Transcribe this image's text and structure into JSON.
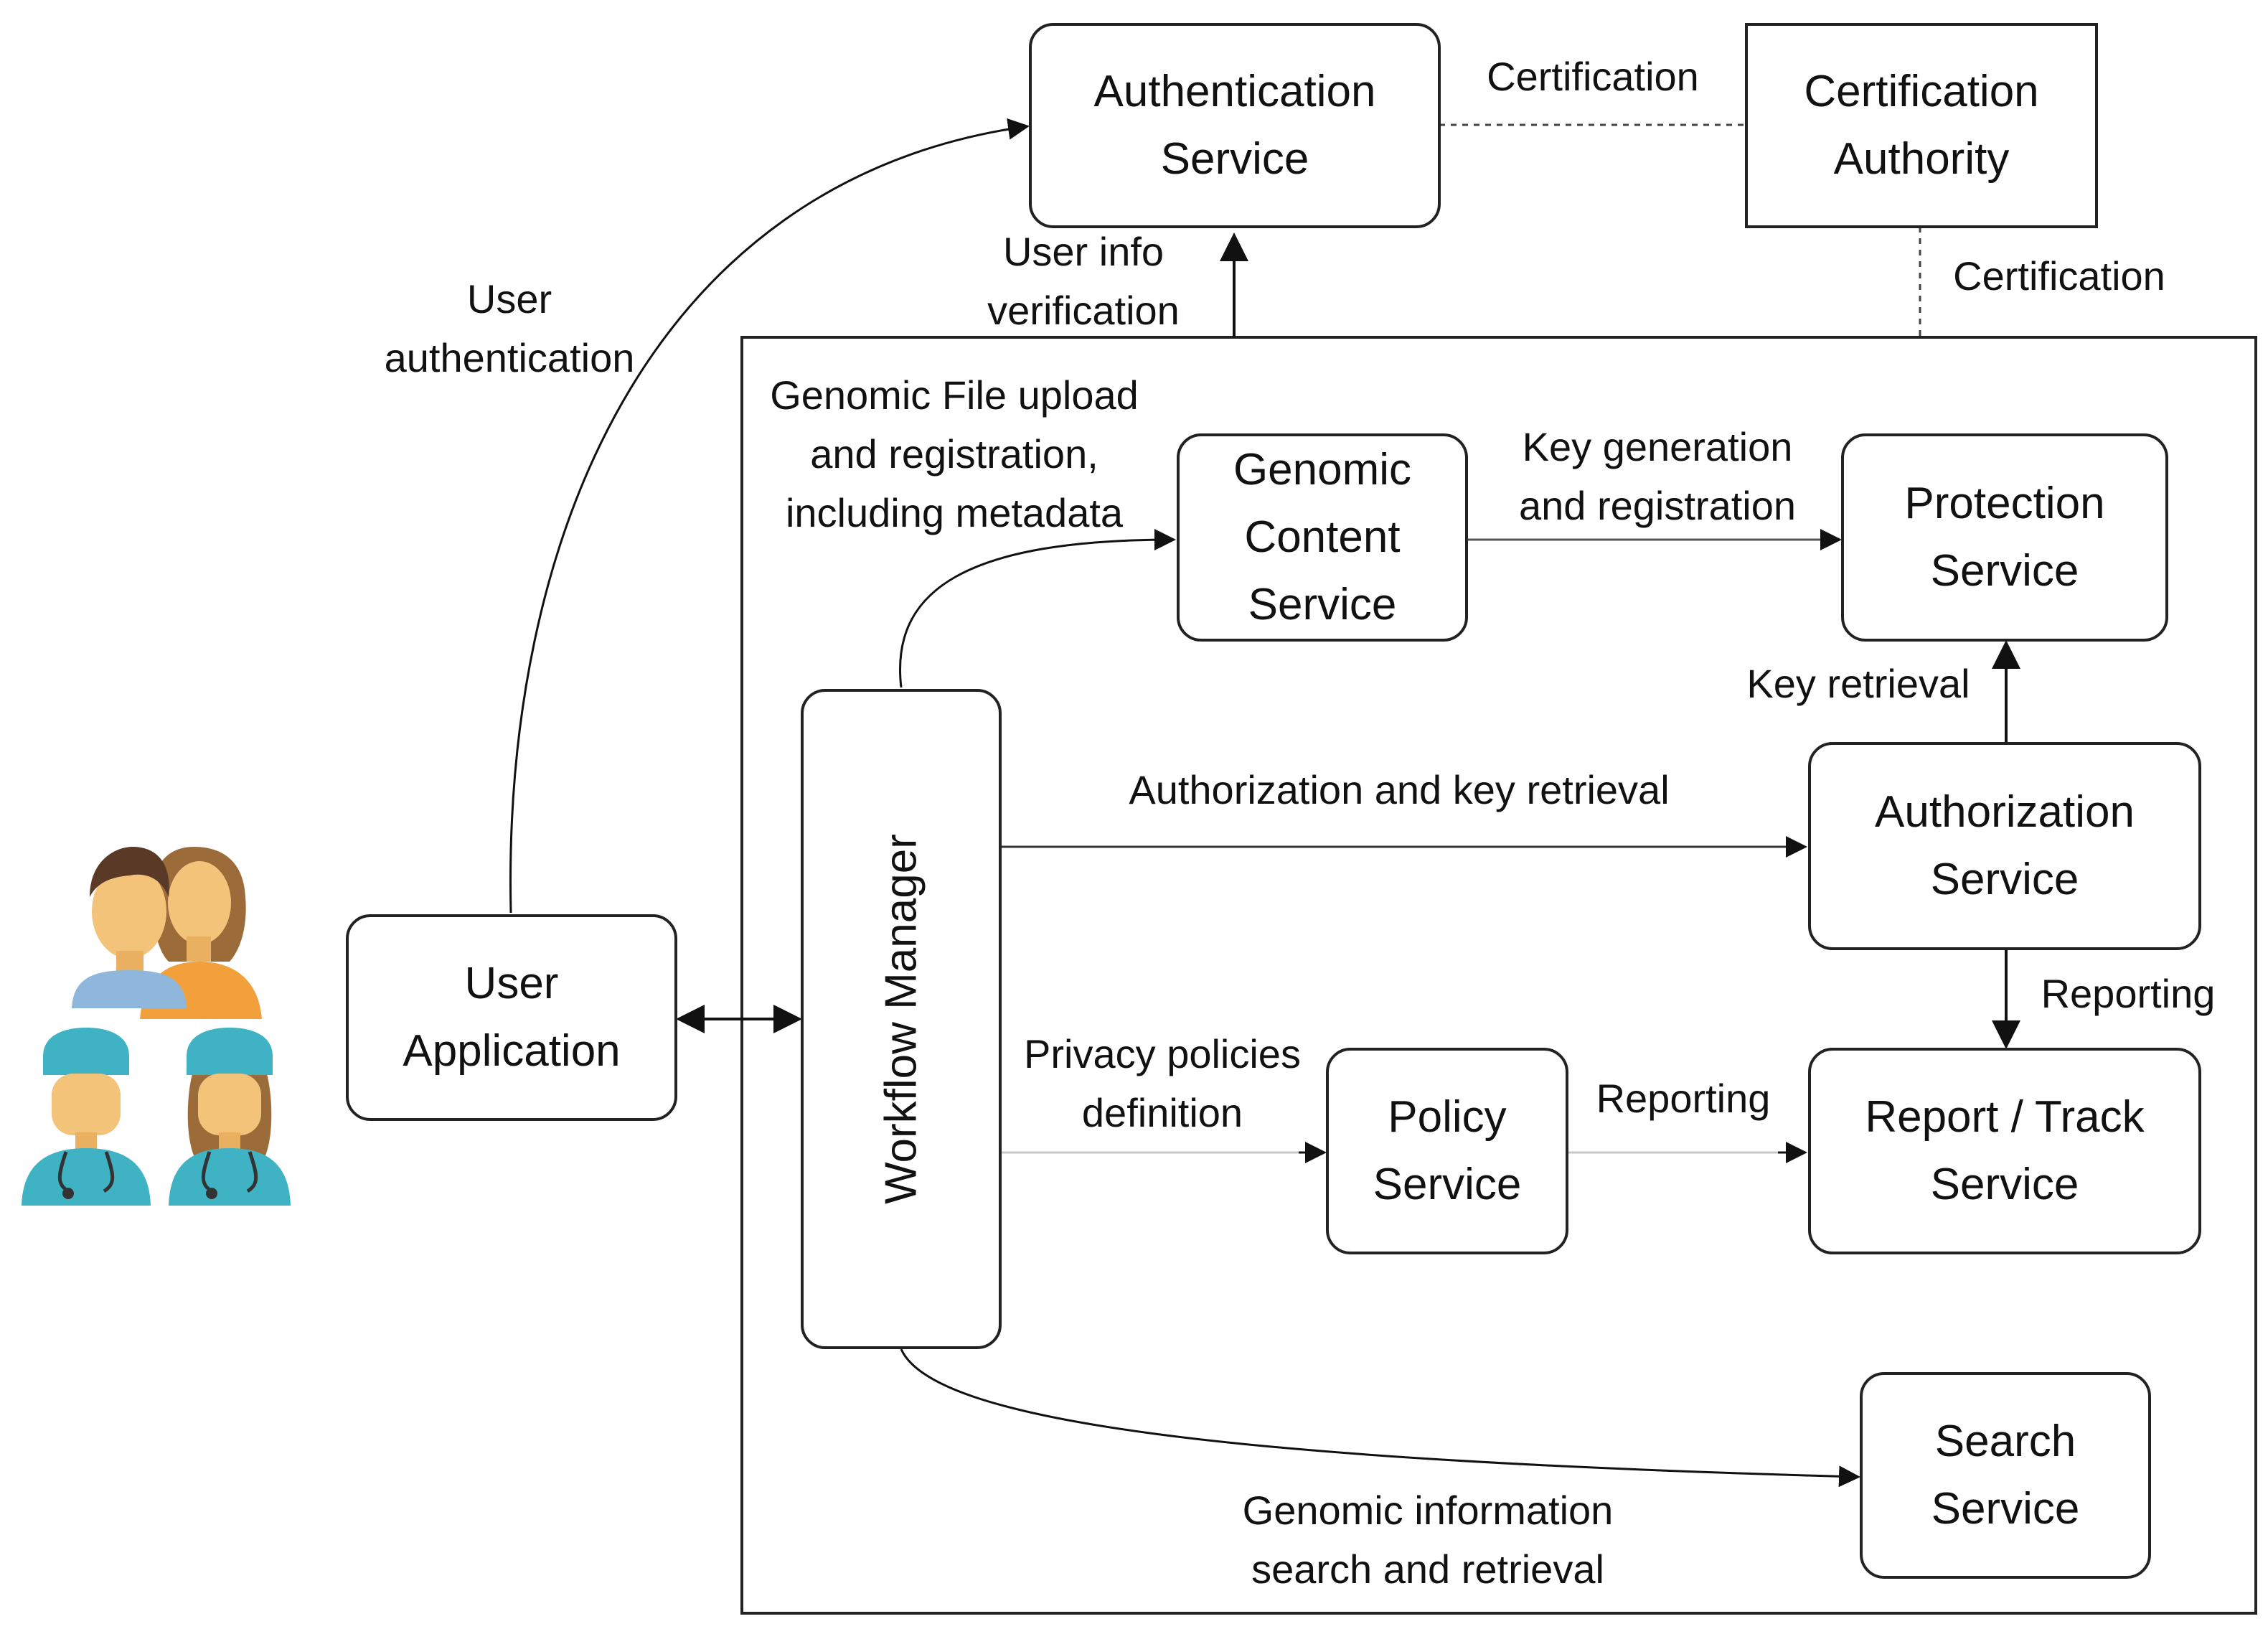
{
  "nodes": {
    "authentication_service": [
      "Authentication",
      "Service"
    ],
    "certification_authority": [
      "Certification",
      "Authority"
    ],
    "genomic_content_service": [
      "Genomic",
      "Content",
      "Service"
    ],
    "protection_service": [
      "Protection",
      "Service"
    ],
    "authorization_service": [
      "Authorization",
      "Service"
    ],
    "policy_service": [
      "Policy",
      "Service"
    ],
    "report_track_service": [
      "Report / Track",
      "Service"
    ],
    "search_service": [
      "Search",
      "Service"
    ],
    "user_application": [
      "User",
      "Application"
    ],
    "workflow_manager": "Workflow Manager"
  },
  "edges": {
    "certification_top": "Certification",
    "certification_right": "Certification",
    "user_info_verification": [
      "User info",
      "verification"
    ],
    "user_authentication": [
      "User",
      "authentication"
    ],
    "genomic_file_upload": [
      "Genomic File upload",
      "and registration,",
      "including metadata"
    ],
    "key_generation": [
      "Key generation",
      "and registration"
    ],
    "key_retrieval": "Key retrieval",
    "authorization_key_retrieval": "Authorization and key retrieval",
    "reporting_vertical": "Reporting",
    "privacy_policies": [
      "Privacy policies",
      "definition"
    ],
    "reporting_policy": "Reporting",
    "genomic_search": [
      "Genomic information",
      "search and retrieval"
    ]
  },
  "icons": {
    "users": "users-group-icon"
  },
  "colors": {
    "line": "#222222",
    "light_line": "#c8c8c8",
    "skin": "#f4c37a",
    "scrubs": "#3fb3c4",
    "shirt_blue": "#8fb7dc",
    "shirt_orange": "#f2a03c"
  }
}
